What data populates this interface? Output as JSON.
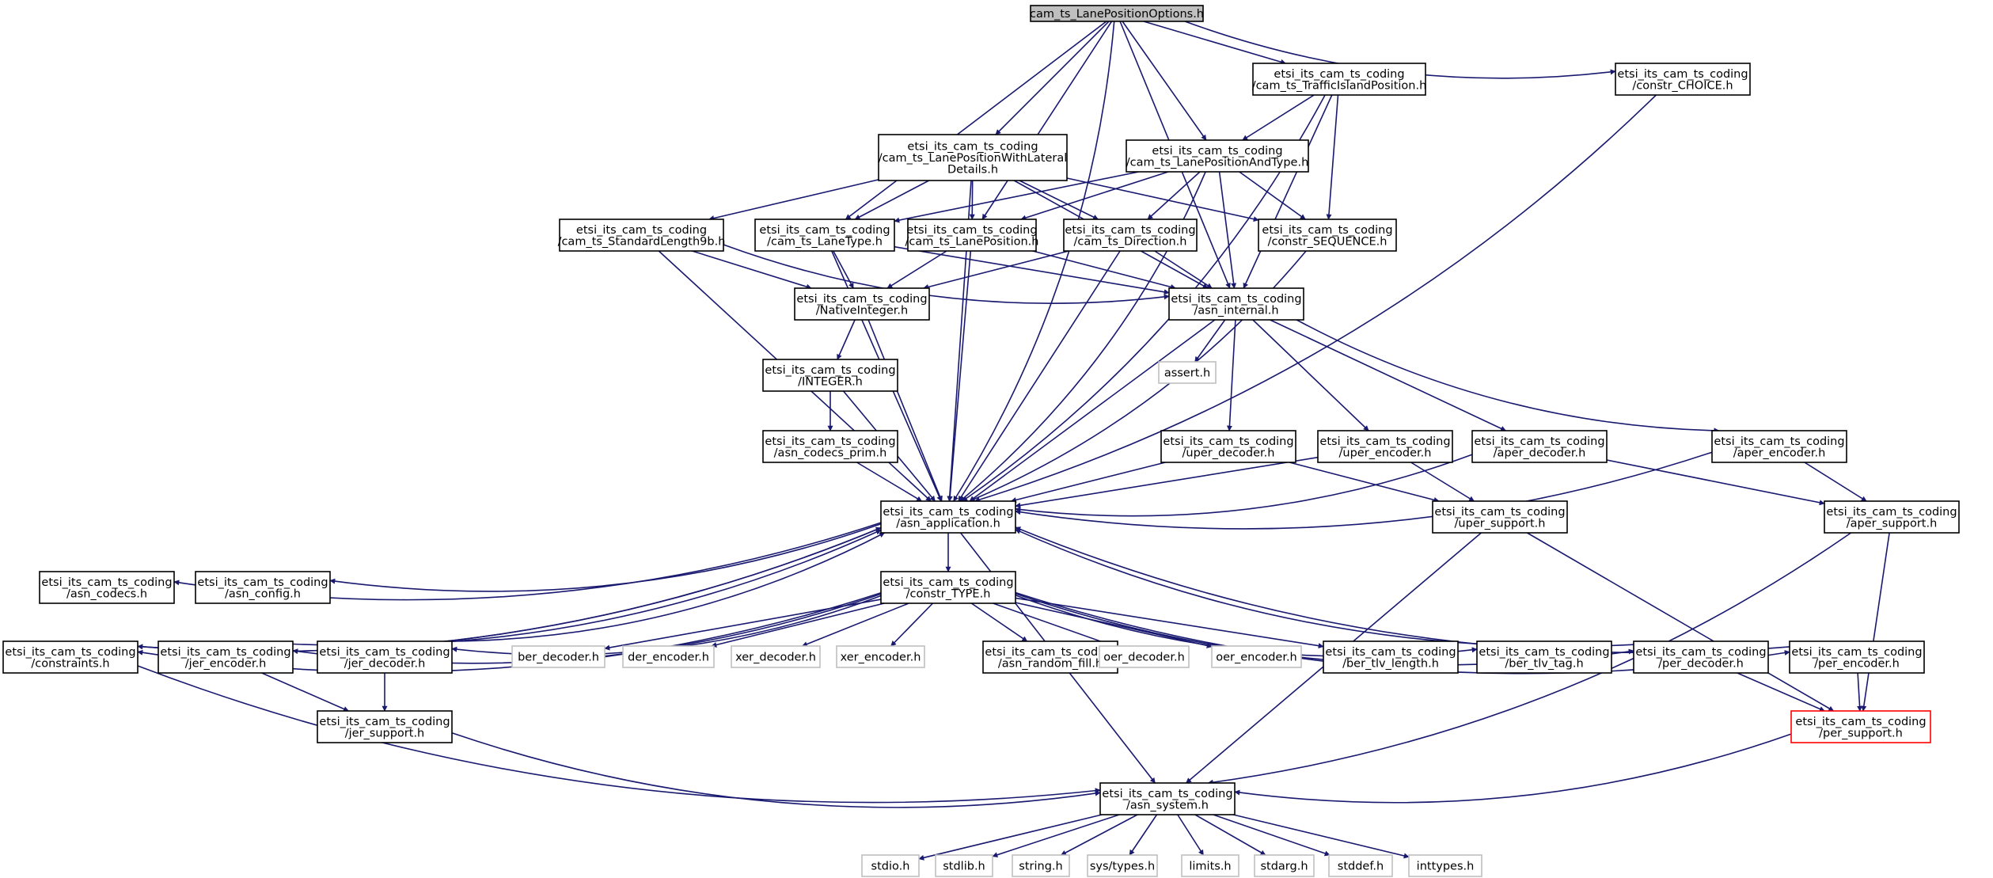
{
  "title": "cam_ts_LanePositionOptions.h",
  "colors": {
    "edge": "#191970",
    "node_border": "#000000",
    "external_border": "#bfbfbf",
    "root_fill": "#bfbfbf",
    "highlight_border": "#ff0000",
    "background": "#ffffff"
  },
  "nodes": [
    {
      "id": "root",
      "lines": [
        "cam_ts_LanePositionOptions.h"
      ],
      "style": "root"
    },
    {
      "id": "traffic",
      "lines": [
        "etsi_its_cam_ts_coding",
        "/cam_ts_TrafficIslandPosition.h"
      ]
    },
    {
      "id": "choice",
      "lines": [
        "etsi_its_cam_ts_coding",
        "/constr_CHOICE.h"
      ]
    },
    {
      "id": "lplat",
      "lines": [
        "etsi_its_cam_ts_coding",
        "/cam_ts_LanePositionWithLateral",
        "Details.h"
      ]
    },
    {
      "id": "lptype",
      "lines": [
        "etsi_its_cam_ts_coding",
        "/cam_ts_LanePositionAndType.h"
      ]
    },
    {
      "id": "stdlen",
      "lines": [
        "etsi_its_cam_ts_coding",
        "/cam_ts_StandardLength9b.h"
      ]
    },
    {
      "id": "lanetype",
      "lines": [
        "etsi_its_cam_ts_coding",
        "/cam_ts_LaneType.h"
      ]
    },
    {
      "id": "lanepos",
      "lines": [
        "etsi_its_cam_ts_coding",
        "/cam_ts_LanePosition.h"
      ]
    },
    {
      "id": "direction",
      "lines": [
        "etsi_its_cam_ts_coding",
        "/cam_ts_Direction.h"
      ]
    },
    {
      "id": "sequence",
      "lines": [
        "etsi_its_cam_ts_coding",
        "/constr_SEQUENCE.h"
      ]
    },
    {
      "id": "native",
      "lines": [
        "etsi_its_cam_ts_coding",
        "/NativeInteger.h"
      ]
    },
    {
      "id": "internal",
      "lines": [
        "etsi_its_cam_ts_coding",
        "/asn_internal.h"
      ]
    },
    {
      "id": "integer",
      "lines": [
        "etsi_its_cam_ts_coding",
        "/INTEGER.h"
      ]
    },
    {
      "id": "assert",
      "lines": [
        "assert.h"
      ],
      "style": "ext"
    },
    {
      "id": "codecsprim",
      "lines": [
        "etsi_its_cam_ts_coding",
        "/asn_codecs_prim.h"
      ]
    },
    {
      "id": "uperdec",
      "lines": [
        "etsi_its_cam_ts_coding",
        "/uper_decoder.h"
      ]
    },
    {
      "id": "uperenc",
      "lines": [
        "etsi_its_cam_ts_coding",
        "/uper_encoder.h"
      ]
    },
    {
      "id": "aperdec",
      "lines": [
        "etsi_its_cam_ts_coding",
        "/aper_decoder.h"
      ]
    },
    {
      "id": "aperenc",
      "lines": [
        "etsi_its_cam_ts_coding",
        "/aper_encoder.h"
      ]
    },
    {
      "id": "app",
      "lines": [
        "etsi_its_cam_ts_coding",
        "/asn_application.h"
      ]
    },
    {
      "id": "upersup",
      "lines": [
        "etsi_its_cam_ts_coding",
        "/uper_support.h"
      ]
    },
    {
      "id": "apersup",
      "lines": [
        "etsi_its_cam_ts_coding",
        "/aper_support.h"
      ]
    },
    {
      "id": "codecs",
      "lines": [
        "etsi_its_cam_ts_coding",
        "/asn_codecs.h"
      ]
    },
    {
      "id": "config",
      "lines": [
        "etsi_its_cam_ts_coding",
        "/asn_config.h"
      ]
    },
    {
      "id": "ctype",
      "lines": [
        "etsi_its_cam_ts_coding",
        "/constr_TYPE.h"
      ]
    },
    {
      "id": "constraints",
      "lines": [
        "etsi_its_cam_ts_coding",
        "/constraints.h"
      ]
    },
    {
      "id": "jerenc",
      "lines": [
        "etsi_its_cam_ts_coding",
        "/jer_encoder.h"
      ]
    },
    {
      "id": "jerdec",
      "lines": [
        "etsi_its_cam_ts_coding",
        "/jer_decoder.h"
      ]
    },
    {
      "id": "berdec",
      "lines": [
        "ber_decoder.h"
      ],
      "style": "ext"
    },
    {
      "id": "derenc",
      "lines": [
        "der_encoder.h"
      ],
      "style": "ext"
    },
    {
      "id": "xerdec",
      "lines": [
        "xer_decoder.h"
      ],
      "style": "ext"
    },
    {
      "id": "xerenc",
      "lines": [
        "xer_encoder.h"
      ],
      "style": "ext"
    },
    {
      "id": "randfill",
      "lines": [
        "etsi_its_cam_ts_coding",
        "/asn_random_fill.h"
      ]
    },
    {
      "id": "oerdec",
      "lines": [
        "oer_decoder.h"
      ],
      "style": "ext"
    },
    {
      "id": "oerenc",
      "lines": [
        "oer_encoder.h"
      ],
      "style": "ext"
    },
    {
      "id": "tlvlen",
      "lines": [
        "etsi_its_cam_ts_coding",
        "/ber_tlv_length.h"
      ]
    },
    {
      "id": "tlvtag",
      "lines": [
        "etsi_its_cam_ts_coding",
        "/ber_tlv_tag.h"
      ]
    },
    {
      "id": "perdec",
      "lines": [
        "etsi_its_cam_ts_coding",
        "/per_decoder.h"
      ]
    },
    {
      "id": "perenc",
      "lines": [
        "etsi_its_cam_ts_coding",
        "/per_encoder.h"
      ]
    },
    {
      "id": "jersup",
      "lines": [
        "etsi_its_cam_ts_coding",
        "/jer_support.h"
      ]
    },
    {
      "id": "persup",
      "lines": [
        "etsi_its_cam_ts_coding",
        "/per_support.h"
      ],
      "style": "warn"
    },
    {
      "id": "system",
      "lines": [
        "etsi_its_cam_ts_coding",
        "/asn_system.h"
      ]
    },
    {
      "id": "stdio",
      "lines": [
        "stdio.h"
      ],
      "style": "ext"
    },
    {
      "id": "stdlib",
      "lines": [
        "stdlib.h"
      ],
      "style": "ext"
    },
    {
      "id": "string",
      "lines": [
        "string.h"
      ],
      "style": "ext"
    },
    {
      "id": "systypes",
      "lines": [
        "sys/types.h"
      ],
      "style": "ext"
    },
    {
      "id": "limits",
      "lines": [
        "limits.h"
      ],
      "style": "ext"
    },
    {
      "id": "stdarg",
      "lines": [
        "stdarg.h"
      ],
      "style": "ext"
    },
    {
      "id": "stddef",
      "lines": [
        "stddef.h"
      ],
      "style": "ext"
    },
    {
      "id": "inttypes",
      "lines": [
        "inttypes.h"
      ],
      "style": "ext"
    }
  ],
  "edges": [
    [
      "root",
      "traffic"
    ],
    [
      "root",
      "choice"
    ],
    [
      "root",
      "lplat"
    ],
    [
      "root",
      "lptype"
    ],
    [
      "root",
      "lanetype"
    ],
    [
      "root",
      "lanepos"
    ],
    [
      "root",
      "internal"
    ],
    [
      "root",
      "app"
    ],
    [
      "traffic",
      "lptype"
    ],
    [
      "traffic",
      "sequence"
    ],
    [
      "traffic",
      "internal"
    ],
    [
      "traffic",
      "app"
    ],
    [
      "choice",
      "app"
    ],
    [
      "lplat",
      "stdlen"
    ],
    [
      "lplat",
      "lanetype"
    ],
    [
      "lplat",
      "lanepos"
    ],
    [
      "lplat",
      "direction"
    ],
    [
      "lplat",
      "sequence"
    ],
    [
      "lplat",
      "internal"
    ],
    [
      "lplat",
      "app"
    ],
    [
      "lptype",
      "lanetype"
    ],
    [
      "lptype",
      "lanepos"
    ],
    [
      "lptype",
      "direction"
    ],
    [
      "lptype",
      "sequence"
    ],
    [
      "lptype",
      "internal"
    ],
    [
      "lptype",
      "app"
    ],
    [
      "stdlen",
      "native"
    ],
    [
      "stdlen",
      "internal"
    ],
    [
      "stdlen",
      "app"
    ],
    [
      "lanetype",
      "native"
    ],
    [
      "lanetype",
      "internal"
    ],
    [
      "lanetype",
      "app"
    ],
    [
      "lanepos",
      "native"
    ],
    [
      "lanepos",
      "internal"
    ],
    [
      "lanepos",
      "app"
    ],
    [
      "direction",
      "native"
    ],
    [
      "direction",
      "internal"
    ],
    [
      "direction",
      "app"
    ],
    [
      "sequence",
      "app"
    ],
    [
      "native",
      "integer"
    ],
    [
      "native",
      "app"
    ],
    [
      "integer",
      "codecsprim"
    ],
    [
      "integer",
      "app"
    ],
    [
      "codecsprim",
      "app"
    ],
    [
      "internal",
      "app"
    ],
    [
      "internal",
      "assert"
    ],
    [
      "internal",
      "uperdec"
    ],
    [
      "internal",
      "uperenc"
    ],
    [
      "internal",
      "aperdec"
    ],
    [
      "internal",
      "aperenc"
    ],
    [
      "uperdec",
      "app"
    ],
    [
      "uperdec",
      "upersup"
    ],
    [
      "uperenc",
      "app"
    ],
    [
      "uperenc",
      "upersup"
    ],
    [
      "aperdec",
      "app"
    ],
    [
      "aperdec",
      "apersup"
    ],
    [
      "aperenc",
      "app"
    ],
    [
      "aperenc",
      "apersup"
    ],
    [
      "app",
      "codecs"
    ],
    [
      "app",
      "config"
    ],
    [
      "app",
      "ctype"
    ],
    [
      "app",
      "constraints"
    ],
    [
      "app",
      "system"
    ],
    [
      "ctype",
      "constraints"
    ],
    [
      "ctype",
      "jerenc"
    ],
    [
      "ctype",
      "jerdec"
    ],
    [
      "ctype",
      "berdec"
    ],
    [
      "ctype",
      "derenc"
    ],
    [
      "ctype",
      "xerdec"
    ],
    [
      "ctype",
      "xerenc"
    ],
    [
      "ctype",
      "randfill"
    ],
    [
      "ctype",
      "oerdec"
    ],
    [
      "ctype",
      "oerenc"
    ],
    [
      "ctype",
      "tlvlen"
    ],
    [
      "ctype",
      "tlvtag"
    ],
    [
      "ctype",
      "perdec"
    ],
    [
      "ctype",
      "perenc"
    ],
    [
      "constraints",
      "app"
    ],
    [
      "constraints",
      "system"
    ],
    [
      "jerenc",
      "app"
    ],
    [
      "jerenc",
      "jersup"
    ],
    [
      "jerdec",
      "app"
    ],
    [
      "jerdec",
      "jersup"
    ],
    [
      "jersup",
      "system"
    ],
    [
      "perdec",
      "app"
    ],
    [
      "perdec",
      "persup"
    ],
    [
      "perenc",
      "app"
    ],
    [
      "perenc",
      "persup"
    ],
    [
      "persup",
      "system"
    ],
    [
      "upersup",
      "persup"
    ],
    [
      "upersup",
      "system"
    ],
    [
      "apersup",
      "persup"
    ],
    [
      "apersup",
      "system"
    ],
    [
      "system",
      "stdio"
    ],
    [
      "system",
      "stdlib"
    ],
    [
      "system",
      "string"
    ],
    [
      "system",
      "systypes"
    ],
    [
      "system",
      "limits"
    ],
    [
      "system",
      "stdarg"
    ],
    [
      "system",
      "stddef"
    ],
    [
      "system",
      "inttypes"
    ]
  ]
}
